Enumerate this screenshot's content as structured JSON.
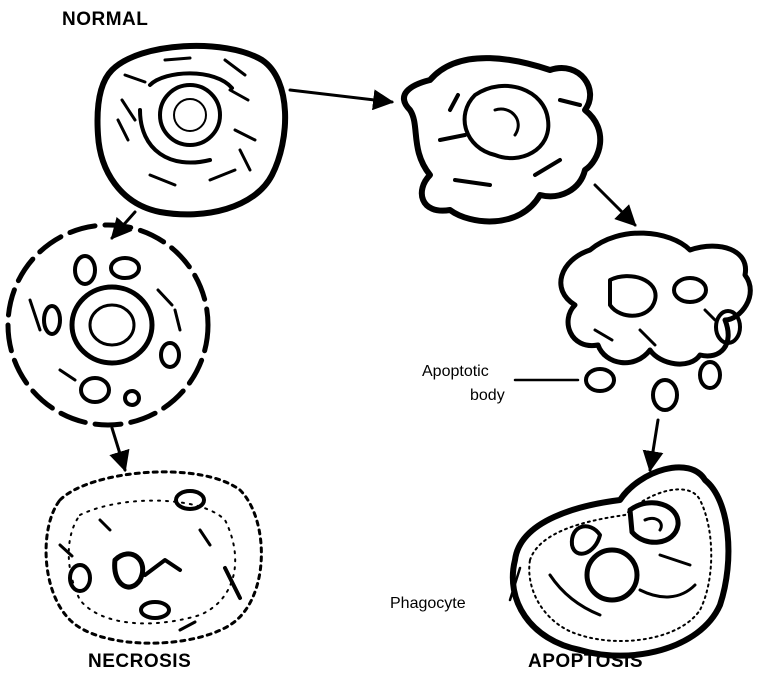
{
  "labels": {
    "normal": "NORMAL",
    "necrosis": "NECROSIS",
    "apoptosis": "APOPTOSIS",
    "apoptotic_body_line1": "Apoptotic",
    "apoptotic_body_line2": "body",
    "phagocyte": "Phagocyte"
  },
  "colors": {
    "ink": "#000000",
    "background": "#ffffff"
  }
}
